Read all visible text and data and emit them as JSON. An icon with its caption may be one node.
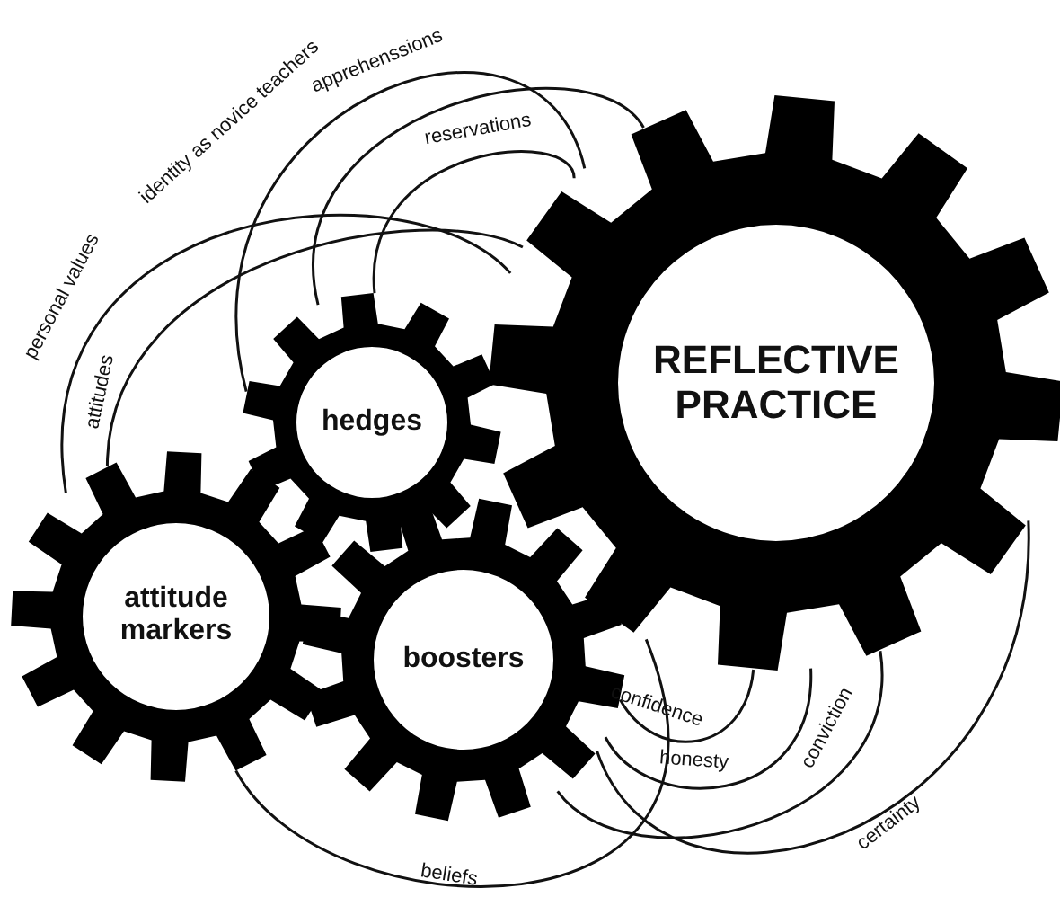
{
  "diagram": {
    "nodes": [
      {
        "text": [
          "REFLECTIVE PRACTICE"
        ]
      },
      {
        "text": [
          "hedges"
        ]
      },
      {
        "text": [
          "attitude markers"
        ]
      },
      {
        "text": [
          "boosters"
        ]
      }
    ],
    "edges": [
      {
        "from": 1,
        "to": 0,
        "arrow": "none",
        "label": "identity as novice teachers"
      },
      {
        "from": 1,
        "to": 0,
        "arrow": "none",
        "label": "apprehenssions"
      },
      {
        "from": 1,
        "to": 0,
        "arrow": "none",
        "label": "reservations"
      },
      {
        "from": 2,
        "to": 0,
        "arrow": "none",
        "label": "personal values"
      },
      {
        "from": 2,
        "to": 0,
        "arrow": "none",
        "label": "attitudes"
      },
      {
        "from": 3,
        "to": 0,
        "arrow": "none",
        "label": "confidence"
      },
      {
        "from": 3,
        "to": 0,
        "arrow": "none",
        "label": "honesty"
      },
      {
        "from": 3,
        "to": 0,
        "arrow": "none",
        "label": "conviction"
      },
      {
        "from": 3,
        "to": 0,
        "arrow": "none",
        "label": "certainty"
      },
      {
        "from": 2,
        "to": 0,
        "arrow": "none",
        "label": "beliefs"
      }
    ]
  }
}
